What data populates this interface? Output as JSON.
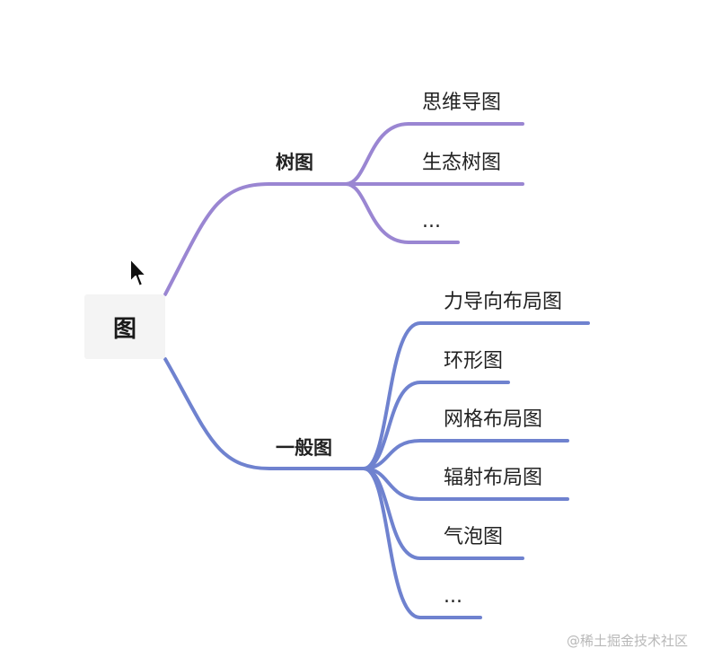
{
  "root": {
    "label": "图"
  },
  "branches": [
    {
      "label": "树图",
      "color": "#9a86d2",
      "children": [
        "思维导图",
        "生态树图",
        "..."
      ]
    },
    {
      "label": "一般图",
      "color": "#6f82cf",
      "children": [
        "力导向布局图",
        "环形图",
        "网格布局图",
        "辐射布局图",
        "气泡图",
        "..."
      ]
    }
  ],
  "watermark": "@稀土掘金技术社区"
}
